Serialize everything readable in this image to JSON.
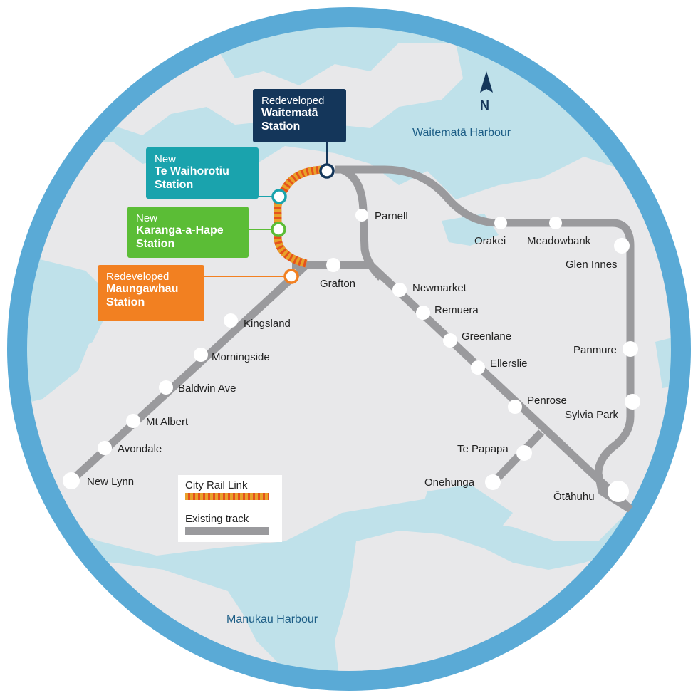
{
  "harbours": {
    "waitemata": "Waitematā Harbour",
    "manukau": "Manukau Harbour"
  },
  "north": "N",
  "callouts": {
    "waitemata": {
      "kind": "Redeveloped",
      "name": "Waitematā Station",
      "color": "#14365a"
    },
    "te_waihorotiu": {
      "kind": "New",
      "name": "Te Waihorotiu Station",
      "color": "#1aa3ad"
    },
    "karanga": {
      "kind": "New",
      "name": "Karanga-a-Hape Station",
      "color": "#5bbd36"
    },
    "maungawhau": {
      "kind": "Redeveloped",
      "name": "Maungawhau Station",
      "color": "#f28021"
    }
  },
  "stations": {
    "parnell": "Parnell",
    "orakei": "Orakei",
    "meadowbank": "Meadowbank",
    "glen_innes": "Glen Innes",
    "grafton": "Grafton",
    "newmarket": "Newmarket",
    "remuera": "Remuera",
    "greenlane": "Greenlane",
    "ellerslie": "Ellerslie",
    "panmure": "Panmure",
    "penrose": "Penrose",
    "sylvia_park": "Sylvia Park",
    "te_papapa": "Te Papapa",
    "onehunga": "Onehunga",
    "otahuhu": "Ōtāhuhu",
    "kingsland": "Kingsland",
    "morningside": "Morningside",
    "baldwin_ave": "Baldwin Ave",
    "mt_albert": "Mt Albert",
    "avondale": "Avondale",
    "new_lynn": "New Lynn"
  },
  "legend": {
    "crl": "City Rail Link",
    "existing": "Existing track"
  },
  "colors": {
    "sea": "#bfe1ea",
    "land": "#e8e8ea",
    "ring": "#5aaad6",
    "track": "#9a9a9d",
    "crl_a": "#e8a12a",
    "crl_b": "#e5521c"
  }
}
